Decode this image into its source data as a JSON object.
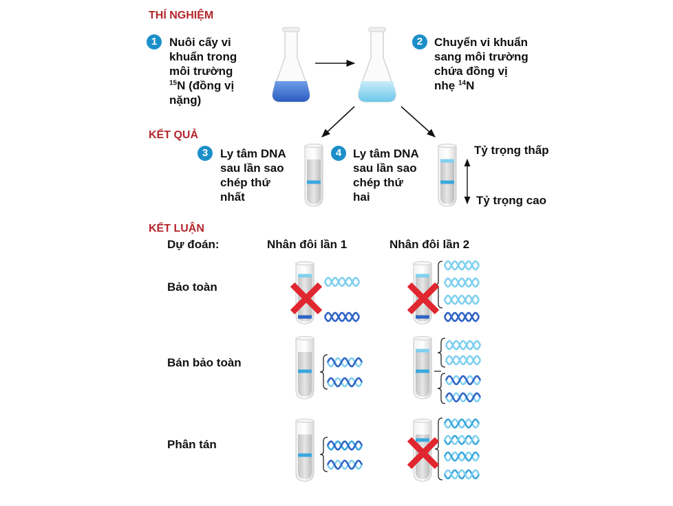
{
  "sections": {
    "experiment": "THÍ NGHIỆM",
    "result": "KẾT QUẢ",
    "conclusion": "KẾT LUẬN"
  },
  "steps": [
    {
      "number": "1",
      "text_before": "Nuôi cấy vi\nkhuẩn trong\nmôi trường\n",
      "isotope_sup": "15",
      "text_after": "N (đồng vị\nnặng)"
    },
    {
      "number": "2",
      "text_before": "Chuyển vi khuẩn\nsang môi trường\nchứa đồng vị\nnhẹ ",
      "isotope_sup": "14",
      "text_after": "N"
    },
    {
      "number": "3",
      "text": "Ly tâm DNA\nsau lần sao\nchép thứ\nnhất"
    },
    {
      "number": "4",
      "text": "Ly tâm DNA\nsau lần sao\nchép thứ\nhai"
    }
  ],
  "density": {
    "low": "Tỷ trọng thấp",
    "high": "Tỷ trọng cao"
  },
  "table": {
    "prediction_label": "Dự đoán:",
    "col1": "Nhân đôi lần 1",
    "col2": "Nhân đôi lần 2",
    "rows": [
      {
        "label": "Bảo toàn",
        "rejected_rep1": true,
        "rejected_rep2": true
      },
      {
        "label": "Bán bảo toàn",
        "rejected_rep1": false,
        "rejected_rep2": false
      },
      {
        "label": "Phân tán",
        "rejected_rep1": false,
        "rejected_rep2": true
      }
    ]
  },
  "colors": {
    "section": "#b4252c",
    "badge": "#1c8fc9",
    "heavy": "#2e63c4",
    "light": "#7fd0ef",
    "reject": "#e0262e"
  }
}
